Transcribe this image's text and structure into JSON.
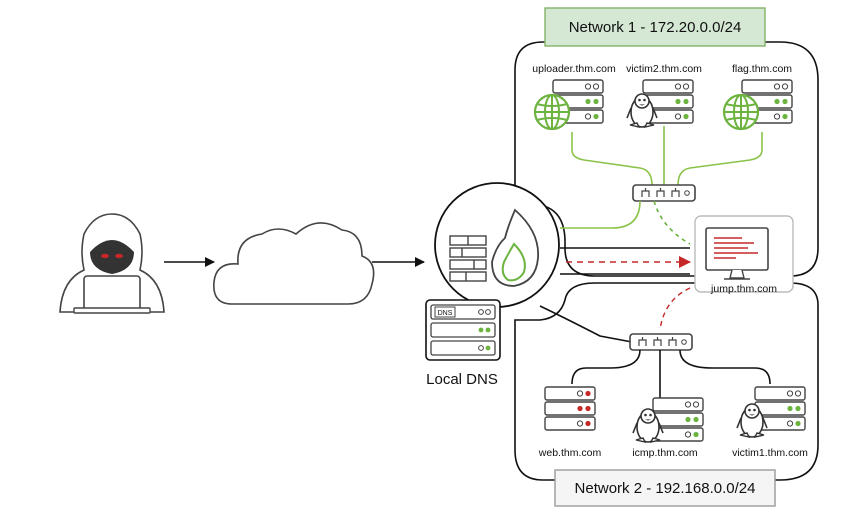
{
  "network1": {
    "title": "Network 1 - 172.20.0.0/24",
    "title_bg": "#d5e8d4",
    "title_border": "#82b366"
  },
  "network2": {
    "title": "Network 2 - 192.168.0.0/24",
    "title_bg": "#f5f5f5",
    "title_border": "#999999"
  },
  "hosts": {
    "uploader": "uploader.thm.com",
    "victim2": "victim2.thm.com",
    "flag": "flag.thm.com",
    "jump": "jump.thm.com",
    "web": "web.thm.com",
    "icmp": "icmp.thm.com",
    "victim1": "victim1.thm.com"
  },
  "local_dns": {
    "label": "Local DNS",
    "badge": "DNS"
  },
  "colors": {
    "green": "#6cb33f",
    "red": "#c62828",
    "dark": "#222222",
    "gray": "#666666"
  },
  "icons": [
    "hacker-icon",
    "cloud-icon",
    "firewall-icon",
    "server-icon",
    "globe-icon",
    "linux-penguin-icon",
    "switch-icon",
    "monitor-icon"
  ]
}
